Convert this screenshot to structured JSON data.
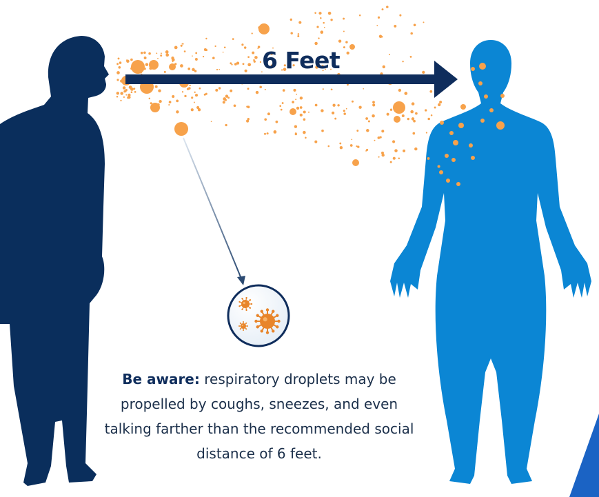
{
  "distance_label": "6 Feet",
  "caption": {
    "lead": "Be aware:",
    "body": "respiratory droplets may be propelled by coughs, sneezes, and even talking farther than the recommended social distance of 6 feet."
  },
  "colors": {
    "speaker": "#0a2e5c",
    "listener": "#0b86d4",
    "droplet": "#f7a24b",
    "arrow": "#0f2d5c",
    "virus": "#e8852a",
    "accent_corner": "#1b63c4"
  },
  "icons": [
    "droplet-icon",
    "magnifier-circle-icon",
    "virus-icon"
  ]
}
